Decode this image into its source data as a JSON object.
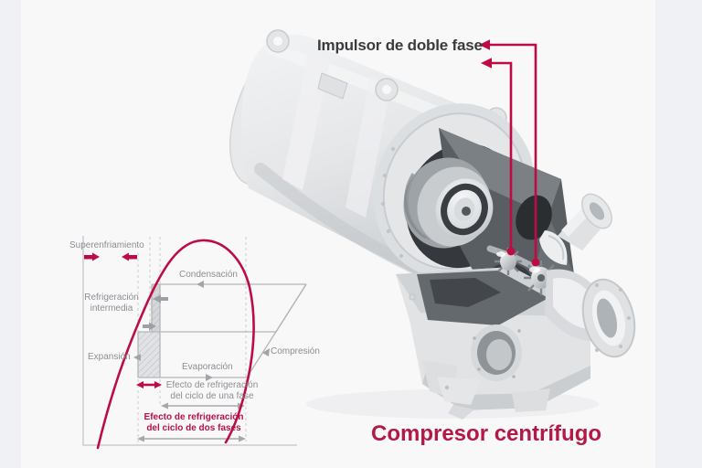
{
  "callout": {
    "impeller_label": "Impulsor de doble fase"
  },
  "caption": {
    "title": "Compresor centrífugo"
  },
  "ph_diagram": {
    "supercooling": "Superenfriamiento",
    "condensation": "Condensación",
    "intermediate_refrigeration": {
      "line1": "Refrigeración",
      "line2": "intermedia"
    },
    "expansion": "Expansión",
    "evaporation": "Evaporación",
    "compression": "Compresión",
    "single_stage_effect": {
      "line1": "Efecto de refrigeración",
      "line2": "del ciclo de una fase"
    },
    "two_stage_effect": {
      "line1": "Efecto de refrigeración",
      "line2": "del ciclo de dos fases"
    }
  },
  "colors": {
    "accent_red": "#bd0c44",
    "title_red": "#b41946",
    "diagram_text_gray": "#8b8e91",
    "dark_text": "#3a3b3e",
    "background": "#f8f8f9",
    "pillarbox": "#eff1f5"
  }
}
